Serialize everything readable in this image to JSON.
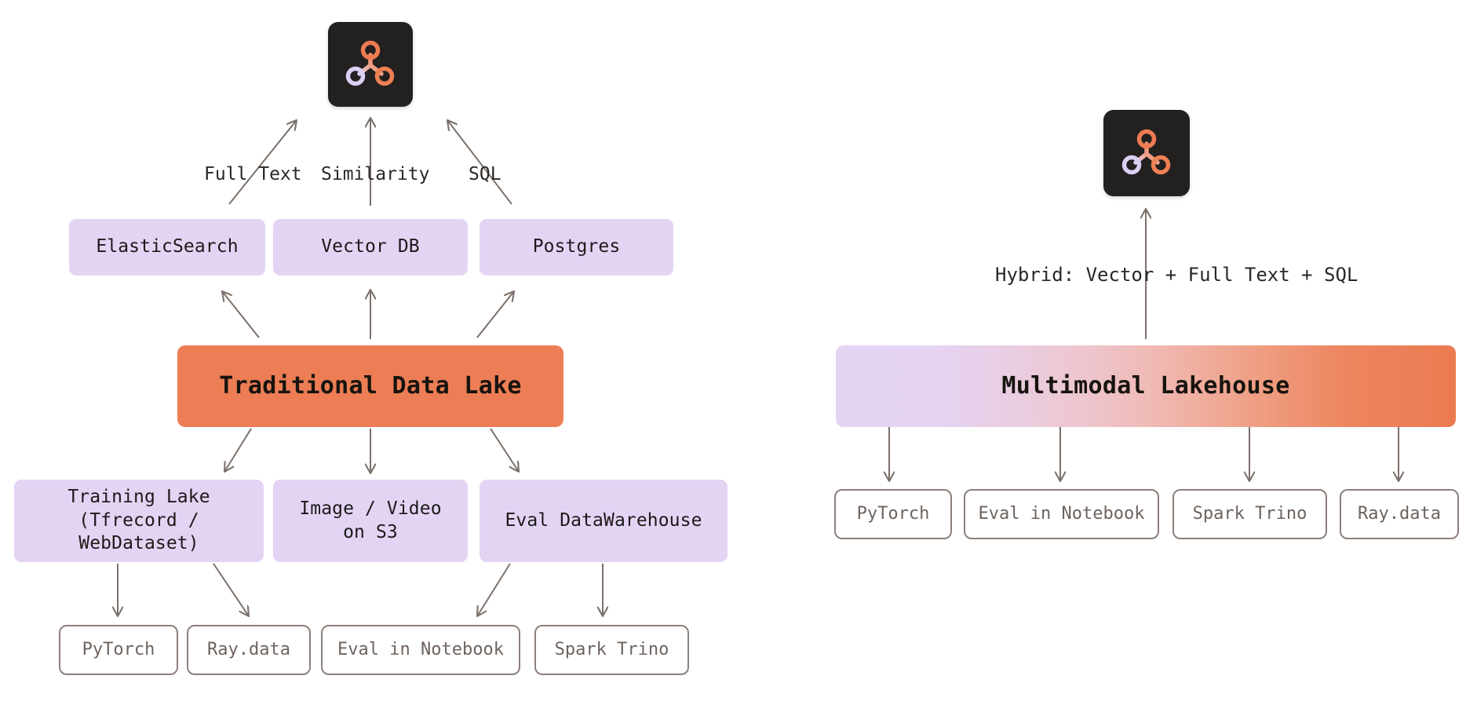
{
  "background": "#ffffff",
  "palette": {
    "lavender": "#E4D4F4",
    "orange": "#EC7D55",
    "arrow": "#7C706A",
    "outline_border": "#8C807A",
    "outline_text": "#6E635E",
    "logo_tile_bg": "#232020",
    "logo_purple": "#D9CCEF",
    "logo_orange": "#EE7F57"
  },
  "left_diagram": {
    "title": "Traditional Data Lake",
    "logo": {
      "name": "lancedb-logo",
      "alt": "three-node graph logo"
    },
    "query_edge_labels": [
      "Full Text",
      "Similarity",
      "SQL"
    ],
    "query_engines": [
      "ElasticSearch",
      "Vector DB",
      "Postgres"
    ],
    "primary": "Traditional Data Lake",
    "storage_layers": [
      "Training Lake\n(Tfrecord / WebDataset)",
      "Image / Video\non S3",
      "Eval DataWarehouse"
    ],
    "consumers": [
      "PyTorch",
      "Ray.data",
      "Eval in Notebook",
      "Spark Trino"
    ]
  },
  "right_diagram": {
    "title": "Multimodal Lakehouse",
    "logo": {
      "name": "lancedb-logo",
      "alt": "three-node graph logo"
    },
    "query_edge_label": "Hybrid: Vector + Full Text + SQL",
    "primary": "Multimodal Lakehouse",
    "consumers": [
      "PyTorch",
      "Eval in Notebook",
      "Spark Trino",
      "Ray.data"
    ]
  }
}
